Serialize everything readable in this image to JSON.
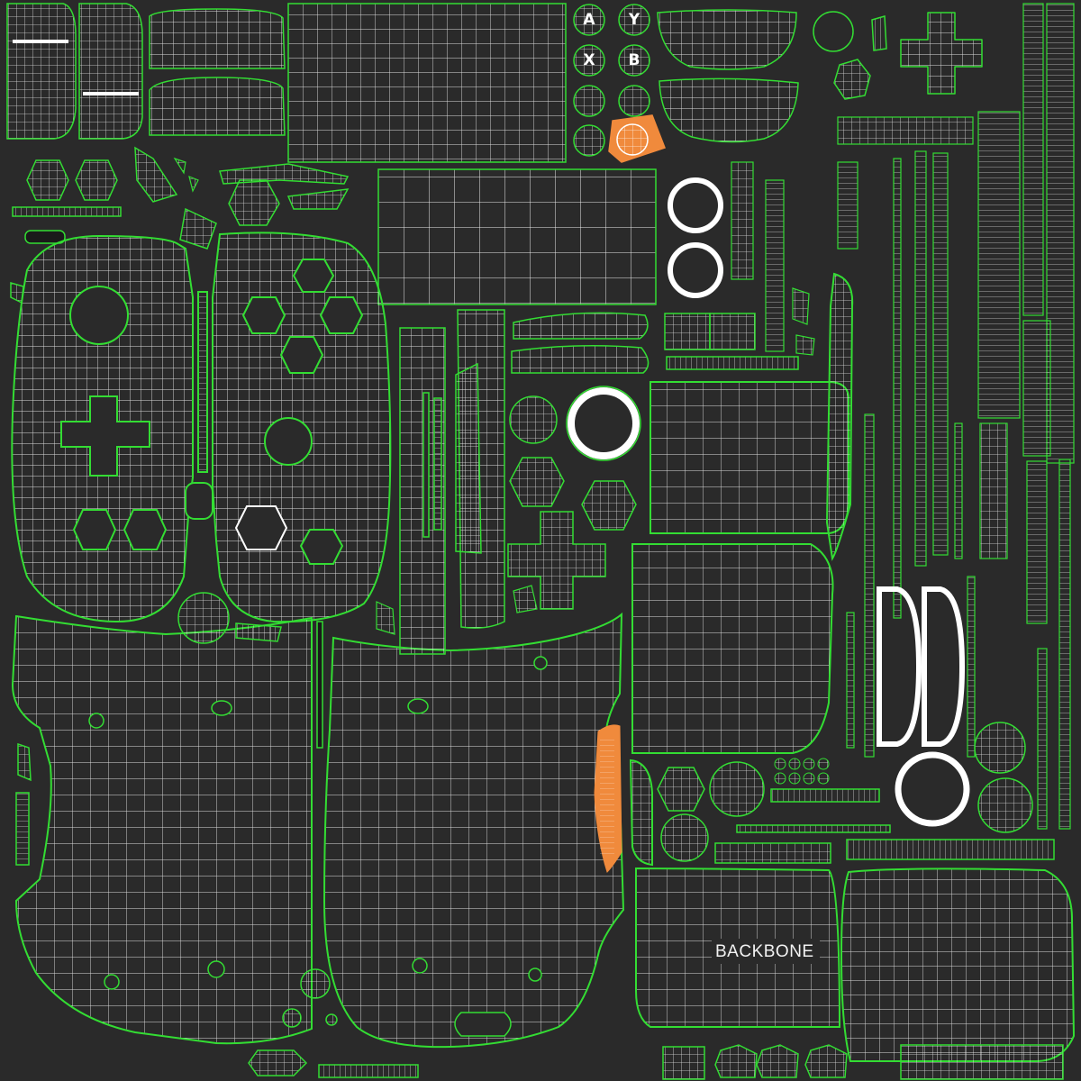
{
  "texture": {
    "background_color": "#2a2a2a",
    "seam_color": "#33dd33",
    "mesh_color": "#ffffff",
    "accent_color": "#f08a3c"
  },
  "brand_label": "BACKBONE",
  "face_buttons": [
    {
      "name": "button-a",
      "glyph": "A"
    },
    {
      "name": "button-y",
      "glyph": "Y"
    },
    {
      "name": "button-x",
      "glyph": "X"
    },
    {
      "name": "button-b",
      "glyph": "B"
    }
  ]
}
